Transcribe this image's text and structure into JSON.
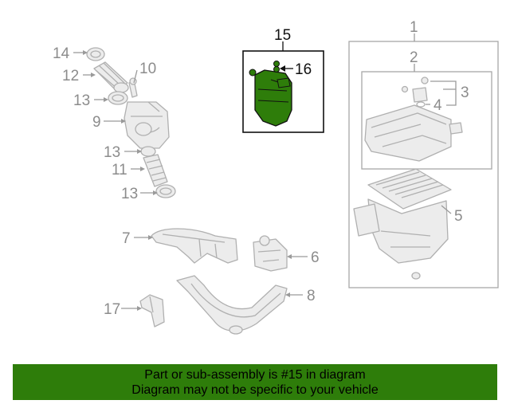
{
  "callouts": {
    "c1": "1",
    "c2": "2",
    "c3": "3",
    "c4": "4",
    "c5": "5",
    "c6": "6",
    "c7": "7",
    "c8": "8",
    "c9": "9",
    "c10": "10",
    "c11": "11",
    "c12": "12",
    "c13a": "13",
    "c13b": "13",
    "c13c": "13",
    "c14": "14",
    "c15": "15",
    "c16": "16",
    "c17": "17"
  },
  "highlight": {
    "part": "15",
    "color": "#2e7d0a"
  },
  "banner": {
    "line1": "Part or sub-assembly is #15 in diagram",
    "line2": "Diagram may not be specific to your vehicle",
    "background": "#2e7d0a"
  }
}
